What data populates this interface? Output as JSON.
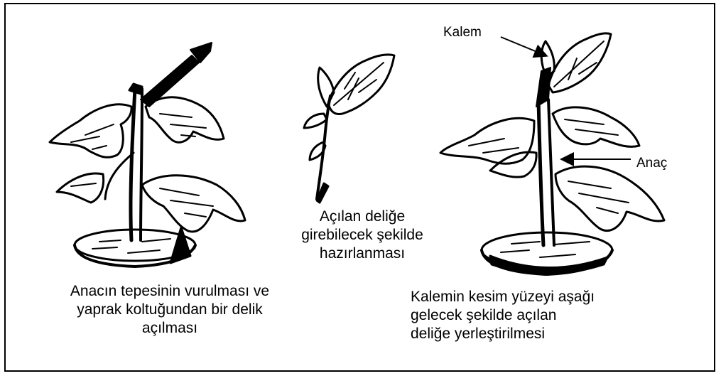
{
  "figure": {
    "steps": [
      {
        "lines": [
          "Anacın tepesinin vurulması ve",
          "yaprak koltuğundan bir delik",
          "açılması"
        ]
      },
      {
        "lines": [
          "Açılan deliğe",
          "girebilecek şekilde",
          "hazırlanması"
        ]
      },
      {
        "lines": [
          "Kalemin kesim yüzeyi aşağı",
          "gelecek şekilde açılan",
          "deliğe yerleştirilmesi"
        ]
      }
    ],
    "labels": {
      "scion": "Kalem",
      "rootstock": "Anaç"
    }
  },
  "colors": {
    "ink": "#000000",
    "background": "#ffffff"
  }
}
